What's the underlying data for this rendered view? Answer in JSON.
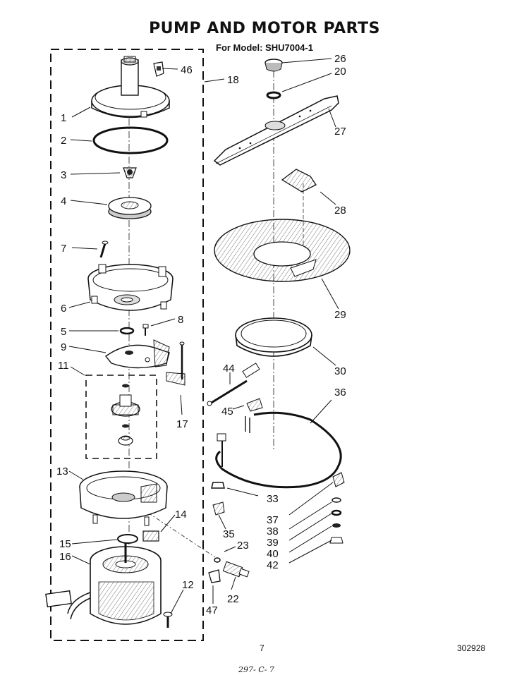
{
  "title": "PUMP AND MOTOR PARTS",
  "subtitle": "For Model: SHU7004-1",
  "footer": {
    "page_number": "7",
    "document_number": "302928",
    "handwritten_note": "297- C- 7"
  },
  "callouts": [
    "1",
    "2",
    "3",
    "4",
    "5",
    "6",
    "7",
    "8",
    "9",
    "11",
    "12",
    "13",
    "14",
    "15",
    "16",
    "17",
    "18",
    "20",
    "22",
    "23",
    "26",
    "27",
    "28",
    "29",
    "30",
    "33",
    "35",
    "36",
    "37",
    "38",
    "39",
    "40",
    "42",
    "44",
    "45",
    "46",
    "47"
  ]
}
